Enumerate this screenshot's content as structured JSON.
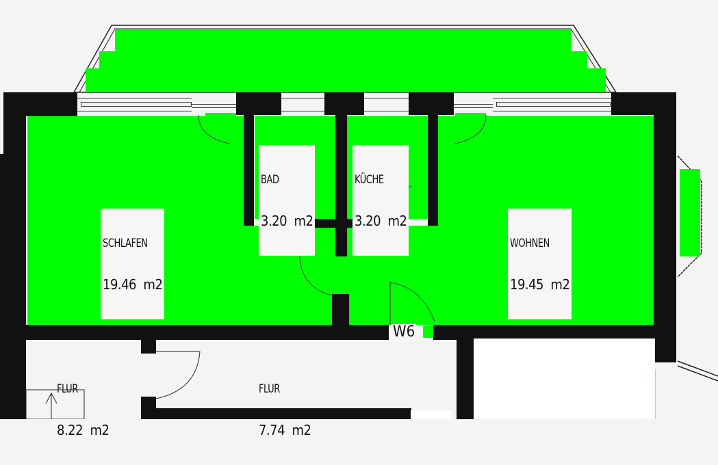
{
  "plan": {
    "highlight_color": "#00ff00",
    "wall_color": "#111111",
    "background_color": "#f4f4f4"
  },
  "rooms": {
    "schlafen": {
      "name": "SCHLAFEN",
      "area": "19.46  m2"
    },
    "bad": {
      "name": "BAD",
      "area": "3.20  m2"
    },
    "kueche": {
      "name": "KÜCHE",
      "area": "3.20  m2"
    },
    "wohnen": {
      "name": "WOHNEN",
      "area": "19.45  m2"
    },
    "flur_left": {
      "name": "FLUR",
      "area": "8.22  m2"
    },
    "flur_center": {
      "name": "FLUR",
      "area": "7.74  m2"
    }
  },
  "markers": {
    "unit_label": "W6"
  }
}
